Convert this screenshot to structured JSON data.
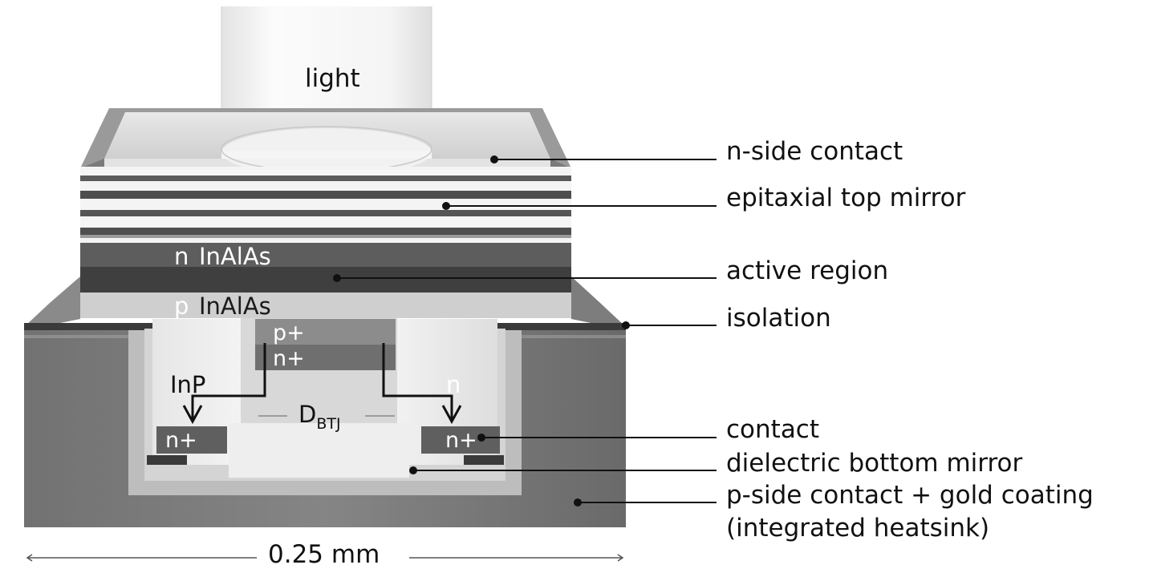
{
  "diagram": {
    "light": "light",
    "layers": {
      "n_inalas_prefix": "n",
      "n_inalas": "InAlAs",
      "p_inalas_prefix": "p",
      "p_inalas": "InAlAs",
      "p_plus": "p+",
      "n_plus_top": "n+",
      "inp": "InP",
      "n_region": "n",
      "n_plus_left": "n+",
      "n_plus_right": "n+",
      "dbtj_main": "D",
      "dbtj_sub": "BTJ"
    },
    "callouts": [
      "n-side contact",
      "epitaxial top mirror",
      "active region",
      "isolation",
      "contact",
      "dielectric bottom mirror",
      "p-side contact + gold coating",
      "(integrated heatsink)"
    ],
    "scale": "0.25 mm"
  }
}
